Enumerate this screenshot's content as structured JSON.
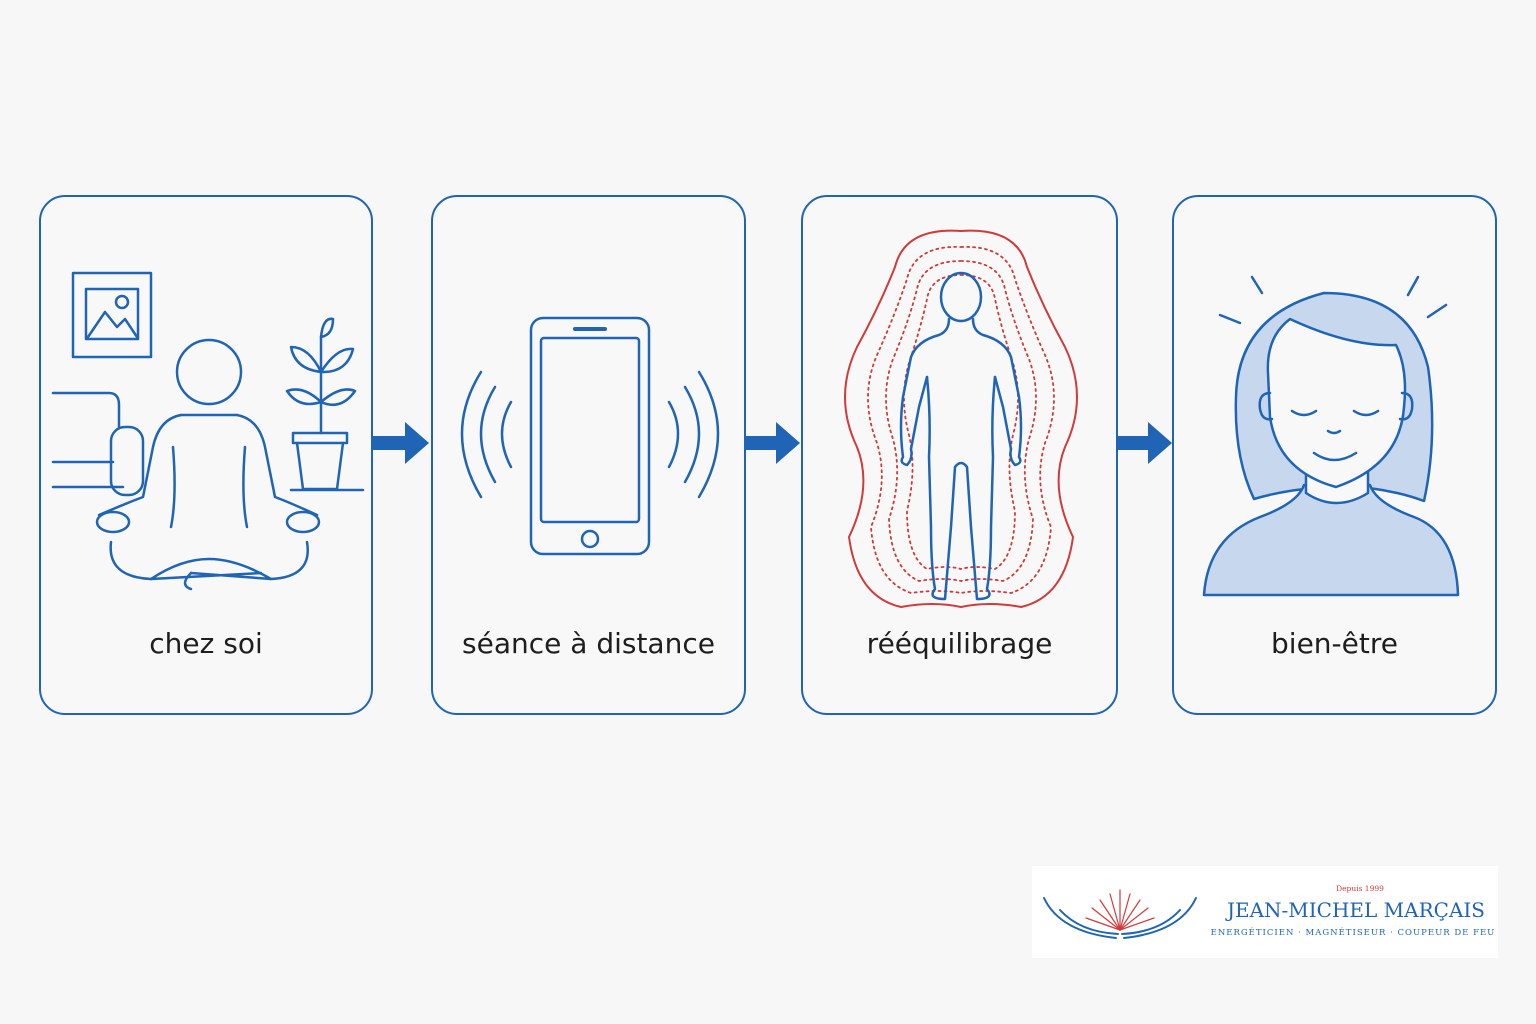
{
  "steps": [
    {
      "label": "chez soi",
      "icon": "person-meditating-at-home-icon"
    },
    {
      "label": "séance à distance",
      "icon": "smartphone-vibrating-icon"
    },
    {
      "label": "rééquilibrage",
      "icon": "body-energy-aura-icon"
    },
    {
      "label": "bien-être",
      "icon": "serene-woman-face-icon"
    }
  ],
  "logo": {
    "tagline": "Depuis 1999",
    "name": "JEAN-MICHEL MARÇAIS",
    "subtitle": "ENERGÉTICIEN · MAGNÉTISEUR · COUPEUR DE FEU"
  },
  "colors": {
    "primary": "#1f64b5",
    "accent_red": "#d03a3a",
    "face_fill": "#c7d8ee",
    "background": "#f7f7f7"
  }
}
